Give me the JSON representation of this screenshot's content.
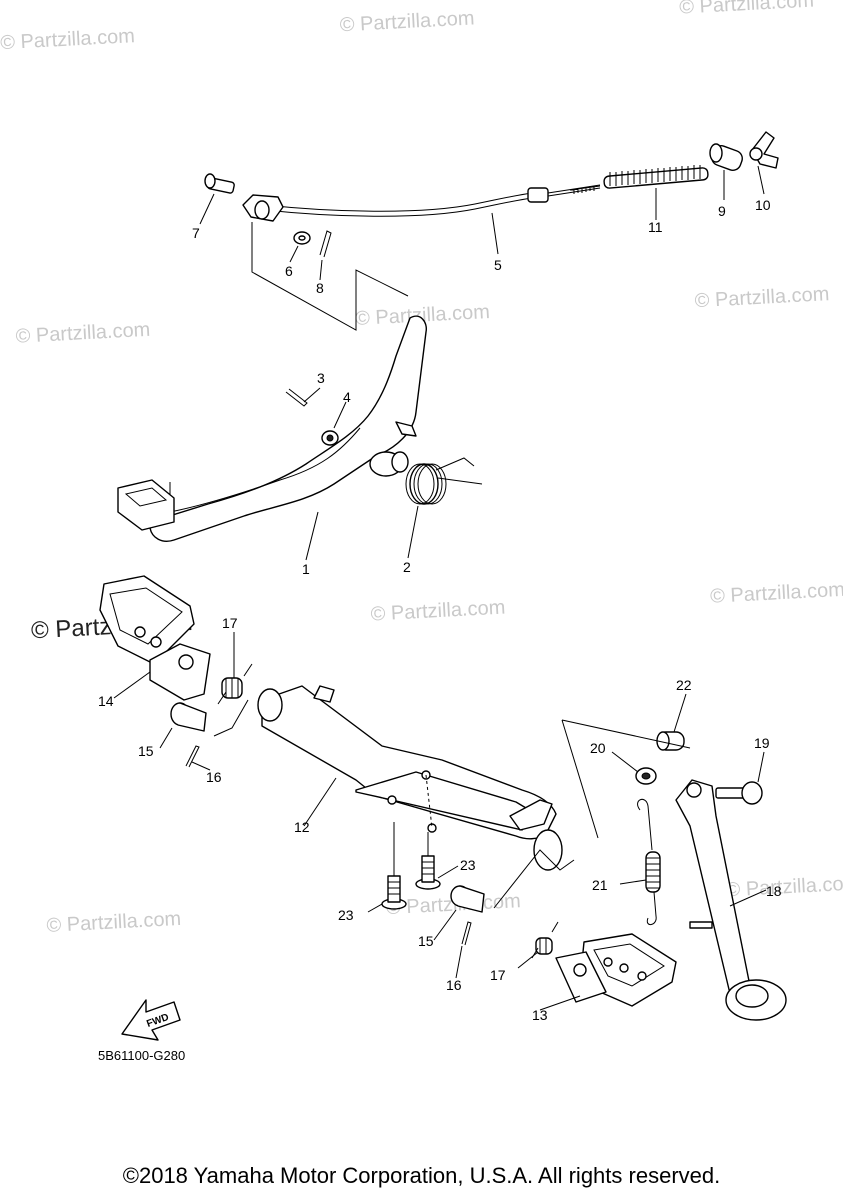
{
  "watermarks": [
    "© Partzilla.com",
    "© Partzilla.com",
    "© Partzilla.com",
    "© Partzilla.com",
    "© Partzilla.com",
    "© Partzilla.com",
    "© Partzilla.com",
    "© Partzilla.com",
    "© Partzilla.com",
    "© Partzilla.com",
    "© Partzilla.com",
    "© Partzilla.com"
  ],
  "part_labels": [
    "1",
    "2",
    "3",
    "4",
    "5",
    "6",
    "7",
    "8",
    "9",
    "10",
    "11",
    "12",
    "13",
    "14",
    "15",
    "15",
    "16",
    "16",
    "17",
    "17",
    "18",
    "19",
    "20",
    "21",
    "22",
    "23",
    "23"
  ],
  "fwd_label": "FWD",
  "diagram_code": "5B61100-G280",
  "copyright": "©2018 Yamaha Motor Corporation, U.S.A. All rights reserved."
}
